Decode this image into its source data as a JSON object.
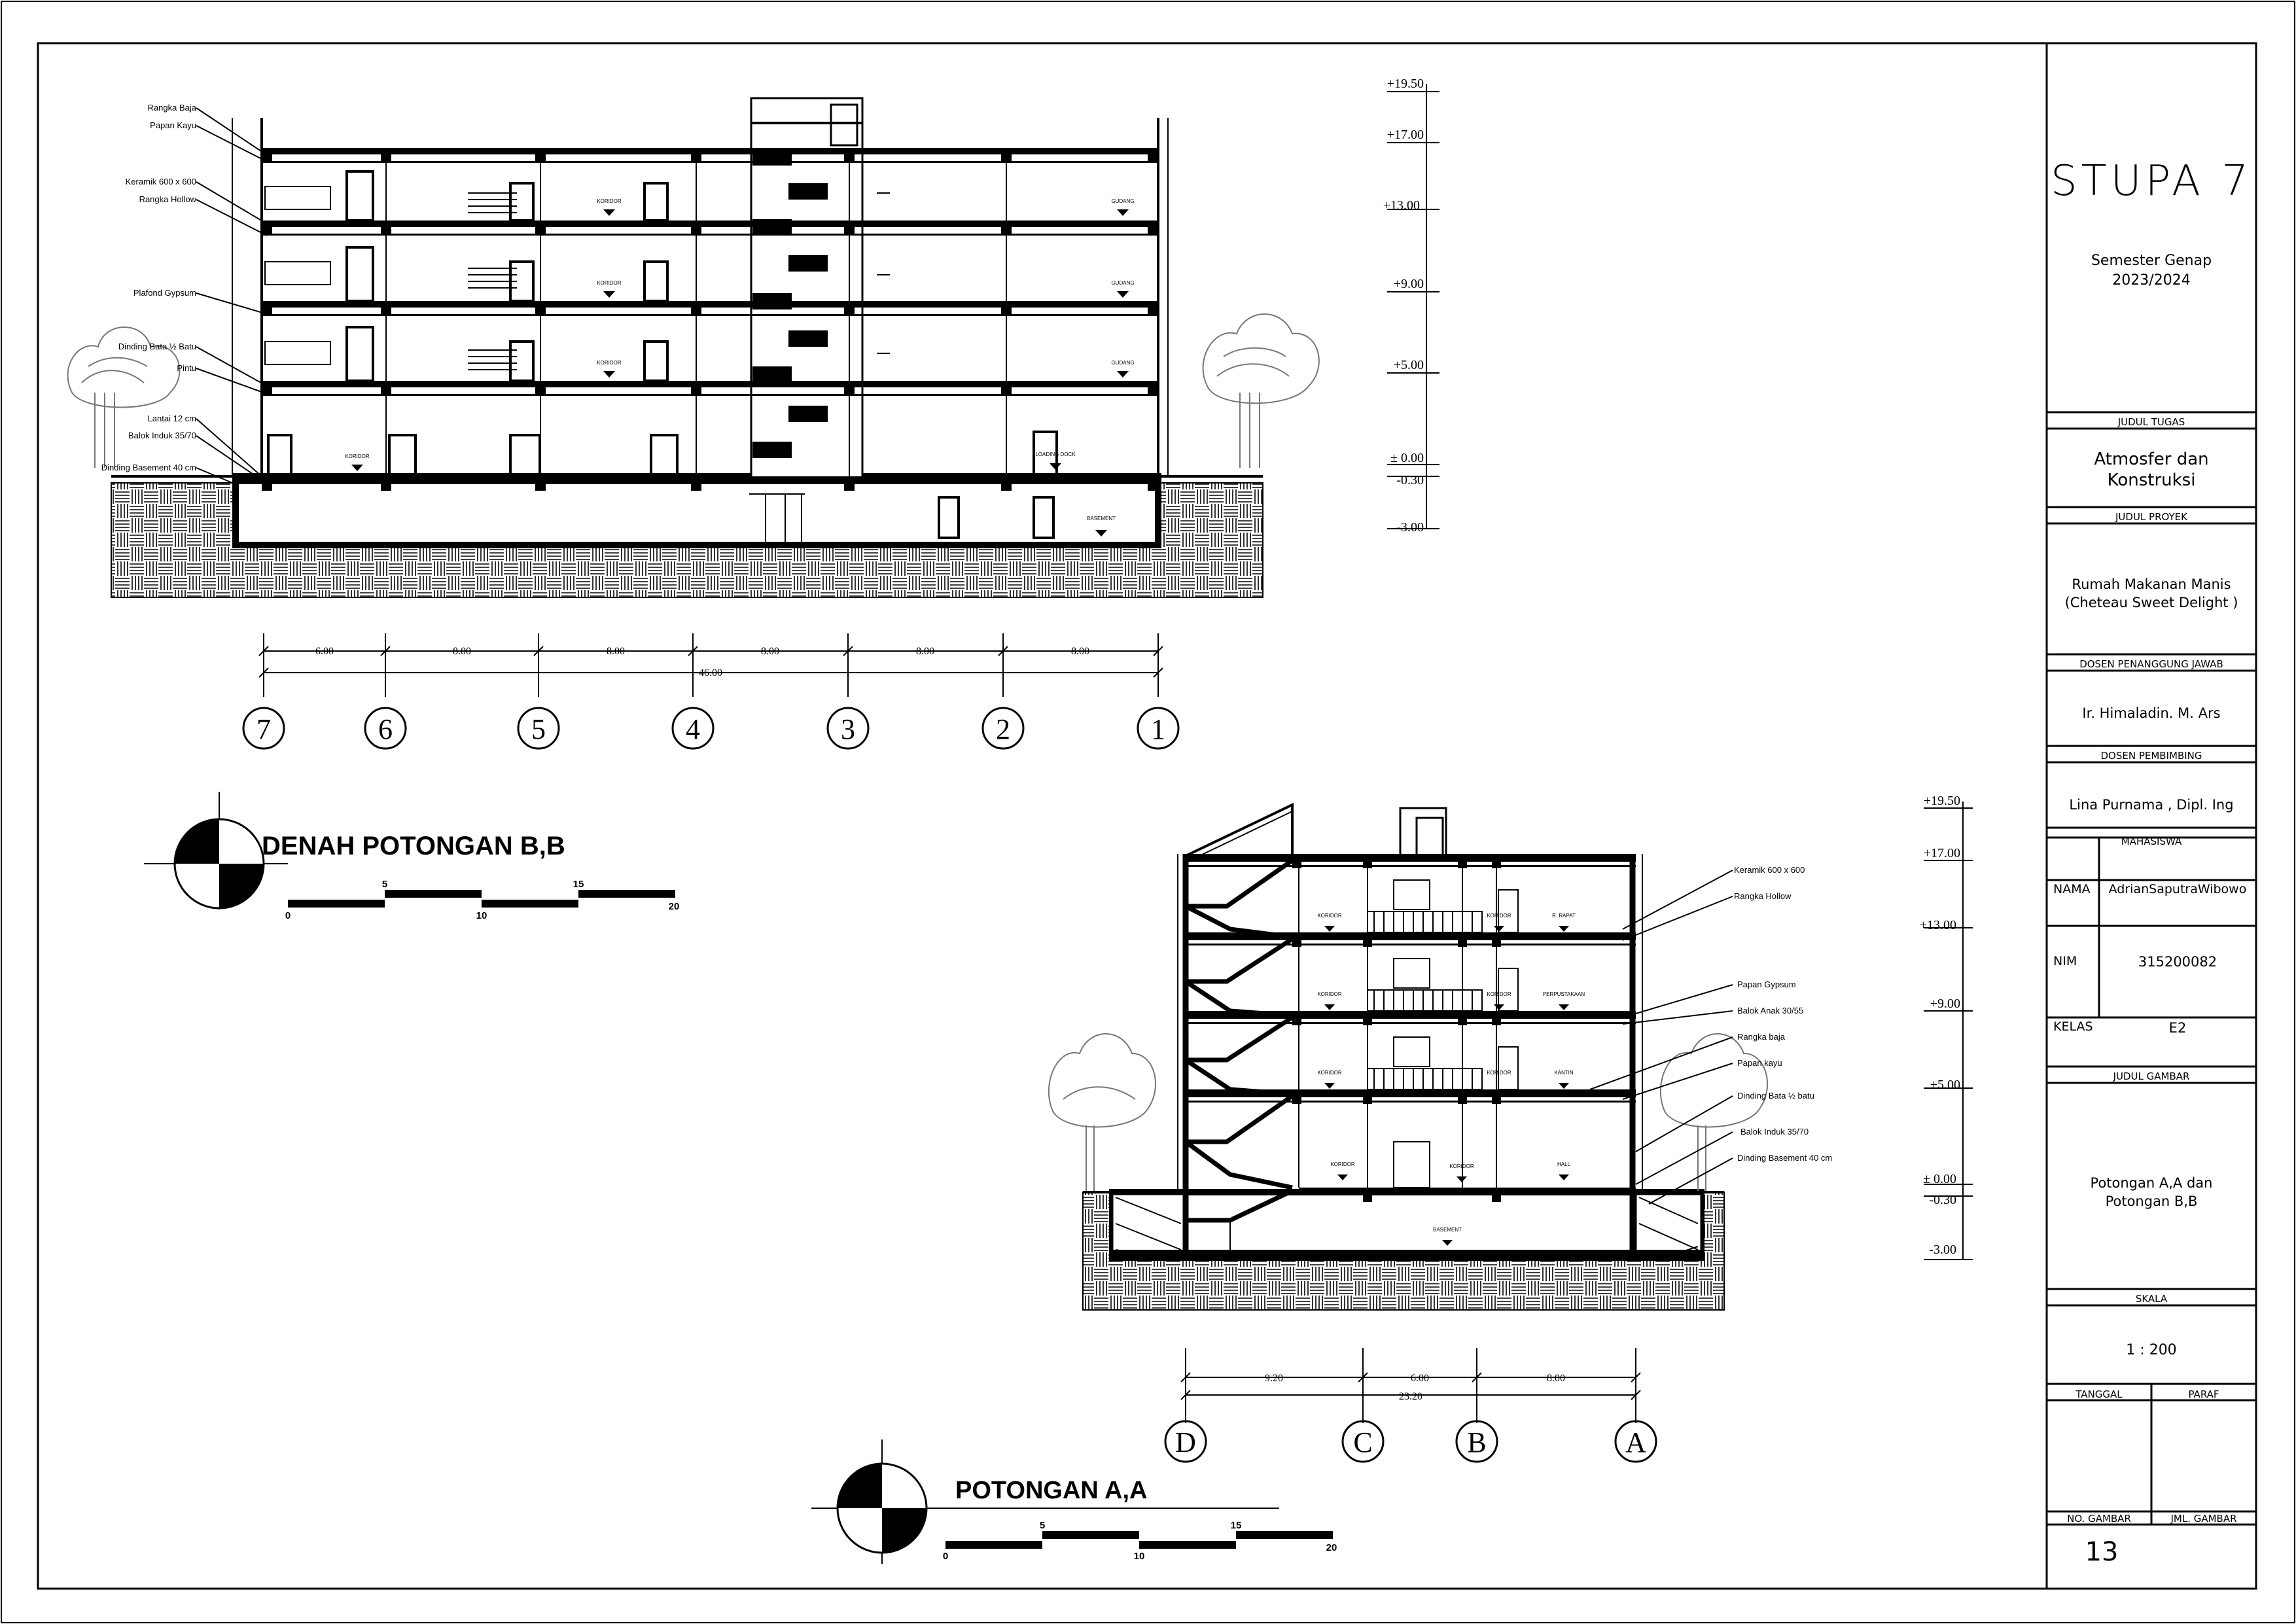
{
  "section_bb": {
    "title": "DENAH POTONGAN B,B",
    "elevations": [
      "+19.50",
      "+17.00",
      "+13.00",
      "+9.00",
      "+5.00",
      "± 0.00",
      "-0.30",
      "-3.00"
    ],
    "annotations": [
      "Rangka Baja",
      "Papan Kayu",
      "Keramik 600 x 600",
      "Rangka Hollow",
      "Plafond Gypsum",
      "Dinding Bata ½ Batu",
      "Pintu",
      "Lantai 12 cm",
      "Balok Induk 35/70",
      "Dinding Basement 40 cm"
    ],
    "grid_labels": [
      "7",
      "6",
      "5",
      "4",
      "3",
      "2",
      "1"
    ],
    "spans": [
      "6.00",
      "8.00",
      "8.00",
      "8.00",
      "8.00",
      "8.00"
    ],
    "total": "46.00",
    "scale_ticks": [
      "0",
      "5",
      "10",
      "15",
      "20"
    ],
    "room_tags": [
      "KORIDOR",
      "KORIDOR",
      "KORIDOR",
      "KORIDOR",
      "GUDANG",
      "GUDANG",
      "GUDANG",
      "LOADING DOCK",
      "BASEMENT"
    ]
  },
  "section_aa": {
    "title": "POTONGAN A,A",
    "elevations": [
      "+19.50",
      "+17.00",
      "+13.00",
      "+9.00",
      "+5.00",
      "± 0.00",
      "-0.30",
      "-3.00"
    ],
    "annotations": [
      "Keramik 600 x 600",
      "Rangka Hollow",
      "Papan Gypsum",
      "Balok Anak 30/55",
      "Rangka baja",
      "Papan kayu",
      "Dinding Bata ½ batu",
      "Balok Induk 35/70",
      "Dinding Basement 40 cm"
    ],
    "grid_labels": [
      "D",
      "C",
      "B",
      "A"
    ],
    "spans": [
      "9.20",
      "6.00",
      "8.00"
    ],
    "total": "23.20",
    "scale_ticks": [
      "0",
      "5",
      "10",
      "15",
      "20"
    ],
    "room_tags": [
      "KORIDOR",
      "KORIDOR",
      "KORIDOR",
      "KORIDOR",
      "KORIDOR",
      "KORIDOR",
      "KORIDOR",
      "KORIDOR",
      "R. RAPAT",
      "PERPUSTAKAAN",
      "KANTIN",
      "HALL",
      "BASEMENT"
    ]
  },
  "title_block": {
    "project_title": "STUPA 7",
    "semester": "Semester Genap",
    "year": "2023/2024",
    "h_judul_tugas": "JUDUL TUGAS",
    "judul_tugas_1": "Atmosfer dan",
    "judul_tugas_2": "Konstruksi",
    "h_judul_proyek": "JUDUL PROYEK",
    "judul_proyek_1": "Rumah Makanan Manis",
    "judul_proyek_2": "(Cheteau Sweet Delight )",
    "h_dosen_pj": "DOSEN PENANGGUNG JAWAB",
    "dosen_pj": "Ir. Himaladin. M. Ars",
    "h_dosen_pembimbing": "DOSEN PEMBIMBING",
    "dosen_pembimbing": "Lina Purnama , Dipl. Ing",
    "h_mahasiswa": "MAHASISWA",
    "nama_label": "NAMA",
    "nama_value": "AdrianSaputraWibowo",
    "nim_label": "NIM",
    "nim_value": "315200082",
    "kelas_label": "KELAS",
    "kelas_value": "E2",
    "h_judul_gambar": "JUDUL GAMBAR",
    "judul_gambar_1": "Potongan A,A dan",
    "judul_gambar_2": "Potongan B,B",
    "h_skala": "SKALA",
    "skala": "1 : 200",
    "tanggal_label": "TANGGAL",
    "paraf_label": "PARAF",
    "no_gambar_label": "NO. GAMBAR",
    "jml_gambar_label": "JML. GAMBAR",
    "no_gambar_value": "13"
  }
}
